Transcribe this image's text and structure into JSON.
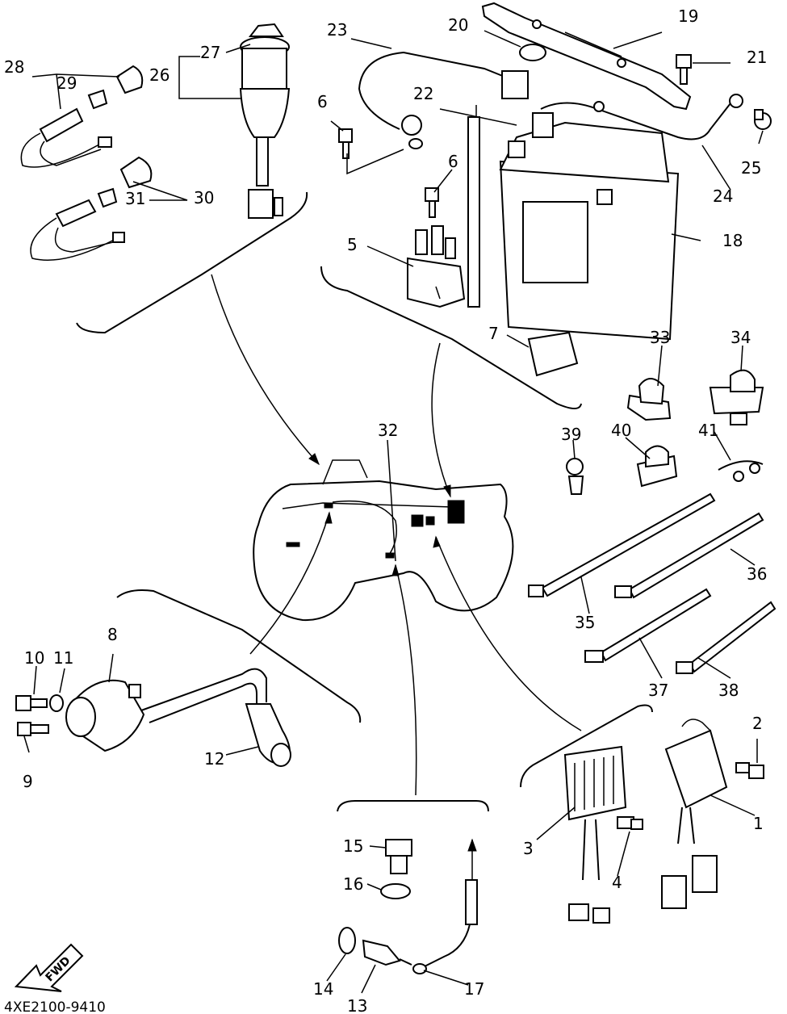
{
  "diagram": {
    "callouts": [
      {
        "id": "n1",
        "text": "1"
      },
      {
        "id": "n2",
        "text": "2"
      },
      {
        "id": "n3",
        "text": "3"
      },
      {
        "id": "n4",
        "text": "4"
      },
      {
        "id": "n5",
        "text": "5"
      },
      {
        "id": "n6a",
        "text": "6"
      },
      {
        "id": "n6b",
        "text": "6"
      },
      {
        "id": "n7",
        "text": "7"
      },
      {
        "id": "n8",
        "text": "8"
      },
      {
        "id": "n9",
        "text": "9"
      },
      {
        "id": "n10",
        "text": "10"
      },
      {
        "id": "n11",
        "text": "11"
      },
      {
        "id": "n12",
        "text": "12"
      },
      {
        "id": "n13",
        "text": "13"
      },
      {
        "id": "n14",
        "text": "14"
      },
      {
        "id": "n15",
        "text": "15"
      },
      {
        "id": "n16",
        "text": "16"
      },
      {
        "id": "n17",
        "text": "17"
      },
      {
        "id": "n18",
        "text": "18"
      },
      {
        "id": "n19",
        "text": "19"
      },
      {
        "id": "n20",
        "text": "20"
      },
      {
        "id": "n21",
        "text": "21"
      },
      {
        "id": "n22",
        "text": "22"
      },
      {
        "id": "n23",
        "text": "23"
      },
      {
        "id": "n24",
        "text": "24"
      },
      {
        "id": "n25",
        "text": "25"
      },
      {
        "id": "n26",
        "text": "26"
      },
      {
        "id": "n27",
        "text": "27"
      },
      {
        "id": "n28",
        "text": "28"
      },
      {
        "id": "n29",
        "text": "29"
      },
      {
        "id": "n30",
        "text": "30"
      },
      {
        "id": "n31",
        "text": "31"
      },
      {
        "id": "n32",
        "text": "32"
      },
      {
        "id": "n33",
        "text": "33"
      },
      {
        "id": "n34",
        "text": "34"
      },
      {
        "id": "n35",
        "text": "35"
      },
      {
        "id": "n36",
        "text": "36"
      },
      {
        "id": "n37",
        "text": "37"
      },
      {
        "id": "n38",
        "text": "38"
      },
      {
        "id": "n39",
        "text": "39"
      },
      {
        "id": "n40",
        "text": "40"
      },
      {
        "id": "n41",
        "text": "41"
      }
    ],
    "fwd_label": "FWD",
    "drawing_code": "4XE2100-9410",
    "colors": {
      "line": "#000000",
      "background": "#ffffff"
    }
  }
}
